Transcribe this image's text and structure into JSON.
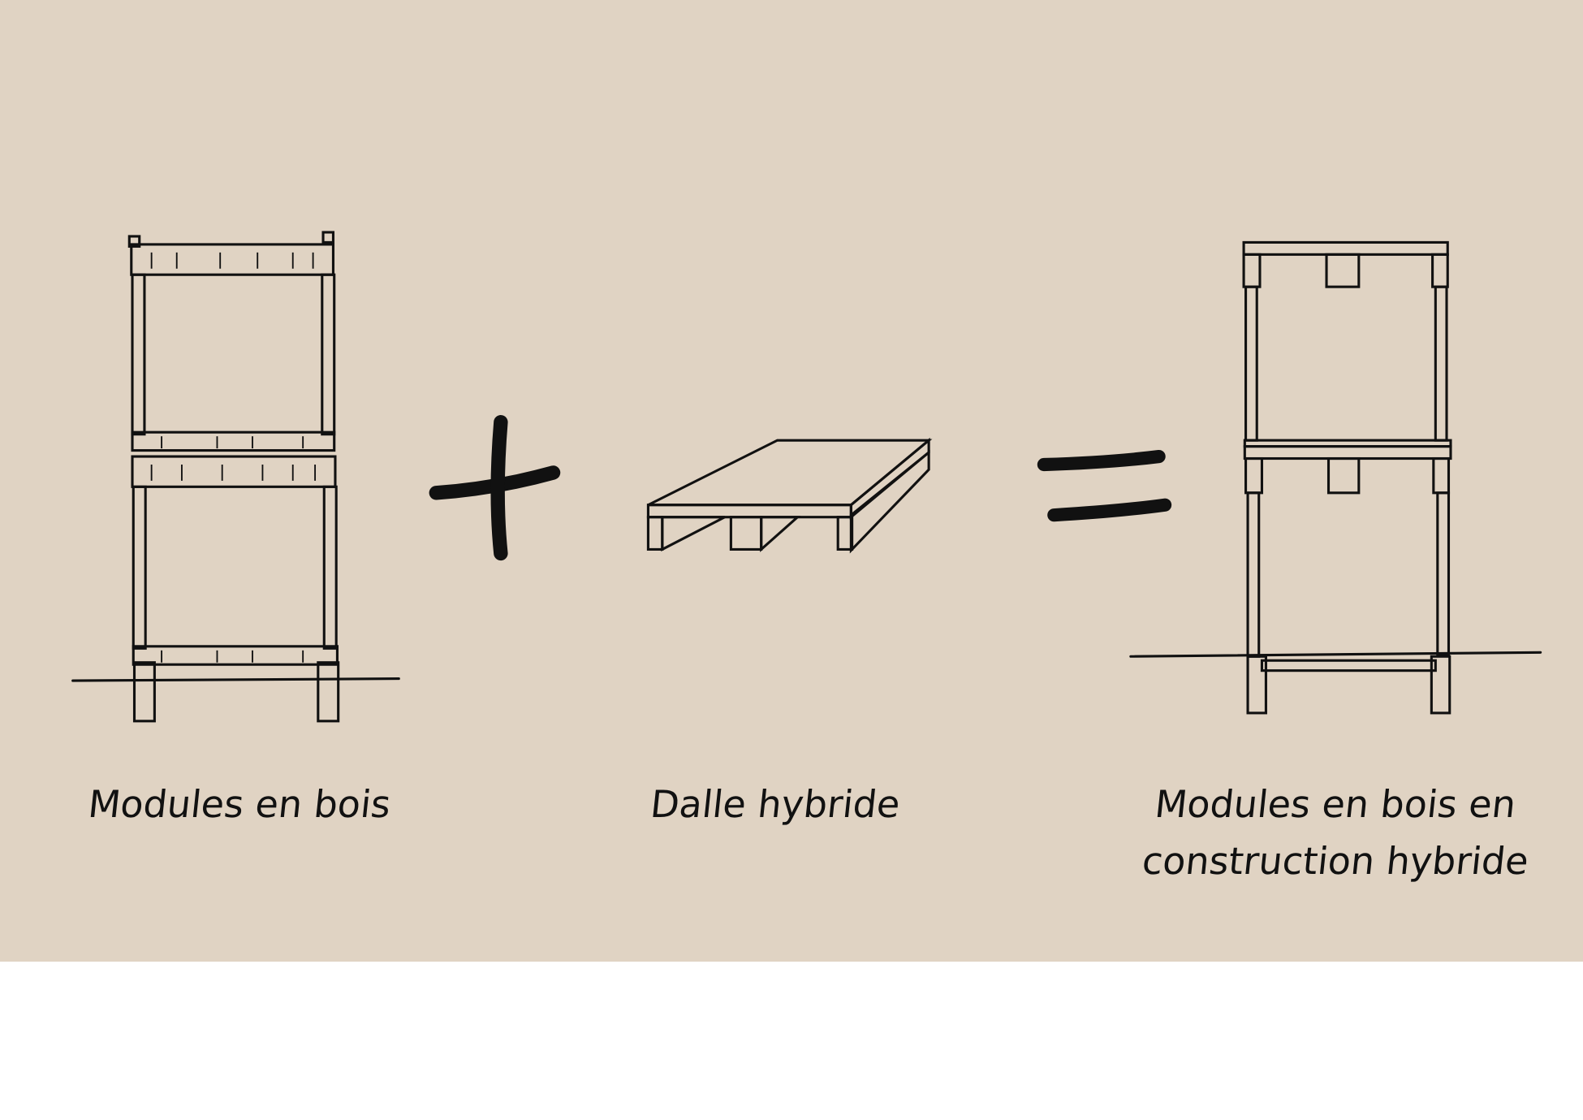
{
  "labels": {
    "left": "Modules en bois",
    "middle": "Dalle hybride",
    "right_line1": "Modules en bois en",
    "right_line2": "construction hybride"
  },
  "operators": {
    "plus": "+",
    "equals": "="
  },
  "colors": {
    "background": "#e0d3c3",
    "timber": "#f3d58f",
    "timber_shadow": "#e6c27a",
    "post": "#ede6c8",
    "concrete": "#d7d6dc",
    "foundation": "#a9a39c",
    "ink": "#111111"
  }
}
